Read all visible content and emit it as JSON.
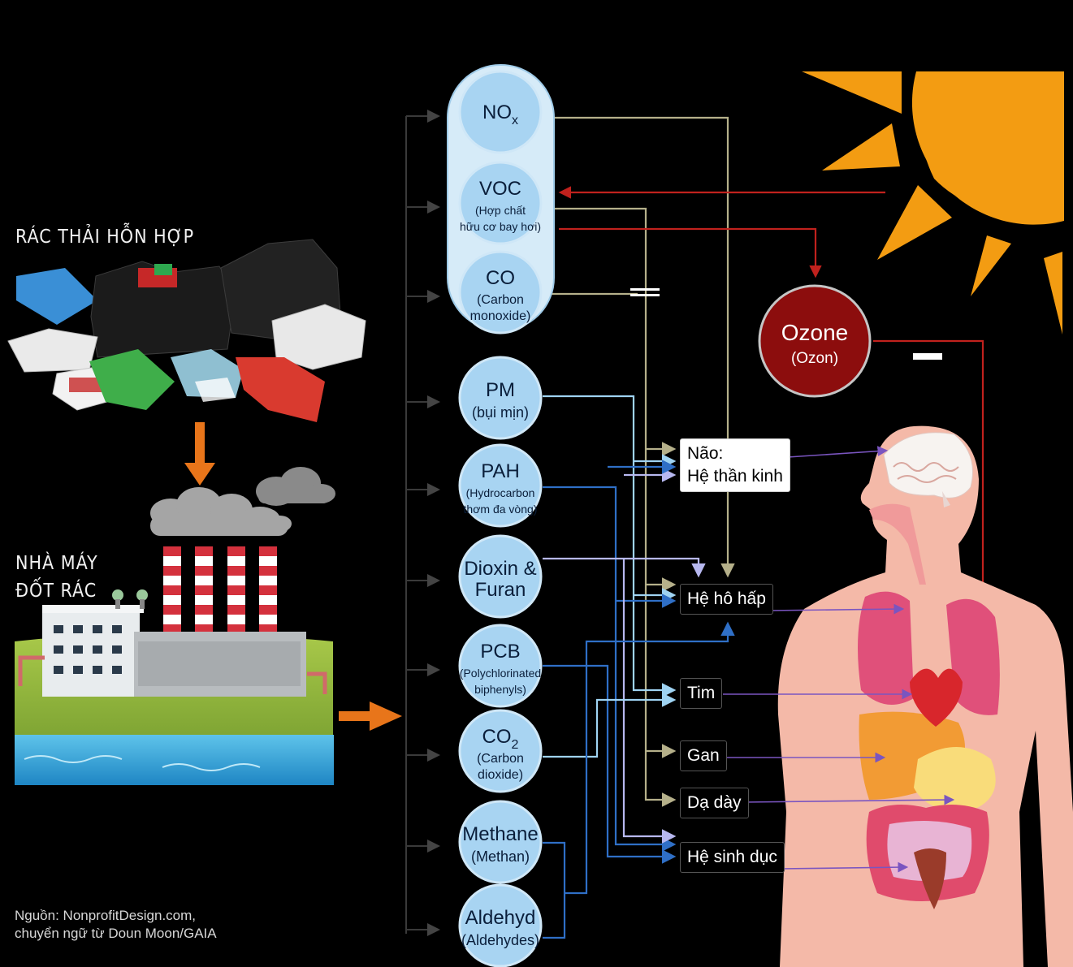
{
  "left": {
    "waste_label": "RÁC THẢI HỖN HỢP",
    "plant_label_line1": "NHÀ MÁY",
    "plant_label_line2": "ĐỐT RÁC",
    "source_line1": "Nguồn: NonprofitDesign.com,",
    "source_line2": "chuyển ngữ từ Doun Moon/GAIA"
  },
  "pollutants": [
    {
      "id": "nox",
      "title": "NO",
      "sub_script": "x",
      "line1": "",
      "line2": ""
    },
    {
      "id": "voc",
      "title": "VOC",
      "line1": "(Hợp chất",
      "line2": "hữu cơ bay hơi)"
    },
    {
      "id": "co",
      "title": "CO",
      "line1": "(Carbon",
      "line2": "monoxide)"
    },
    {
      "id": "pm",
      "title": "PM",
      "line1": "(bụi mịn)",
      "line2": ""
    },
    {
      "id": "pah",
      "title": "PAH",
      "line1": "(Hydrocarbon",
      "line2": "thơm đa vòng)"
    },
    {
      "id": "dioxin",
      "title": "Dioxin &",
      "line1": "Furan",
      "line2": ""
    },
    {
      "id": "pcb",
      "title": "PCB",
      "line1": "(Polychlorinated",
      "line2": "biphenyls)"
    },
    {
      "id": "co2",
      "title": "CO",
      "sub_script": "2",
      "line1": "(Carbon",
      "line2": "dioxide)"
    },
    {
      "id": "methane",
      "title": "Methane",
      "line1": "(Methan)",
      "line2": ""
    },
    {
      "id": "aldehyd",
      "title": "Aldehyd",
      "line1": "(Aldehydes)",
      "line2": ""
    }
  ],
  "ozone": {
    "title": "Ozone",
    "sub": "(Ozon)"
  },
  "organs": {
    "brain_line1": "Não:",
    "brain_line2": "Hệ thần kinh",
    "respiratory": "Hệ hô hấp",
    "heart": "Tim",
    "liver": "Gan",
    "stomach": "Dạ dày",
    "reproductive": "Hệ sinh dục"
  },
  "colors": {
    "background": "#000000",
    "pollutant_fill": "#a8d4f2",
    "pollutant_group_fill": "#d6ebf8",
    "ozone_fill": "#8c0d0d",
    "sun": "#f39c12",
    "arrow_red": "#c0211d",
    "arrow_orange": "#e8751a",
    "line_khaki": "#b5b08a",
    "line_lightblue": "#9fd3f2",
    "line_blue": "#2f6fc6",
    "line_lavender": "#b7b8f0",
    "line_purple": "#5a3a9a",
    "body_skin": "#f4b9a8"
  }
}
